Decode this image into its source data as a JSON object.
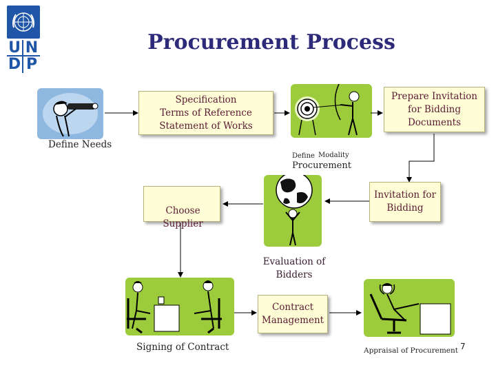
{
  "logo": {
    "letters": [
      "U",
      "N",
      "D",
      "P"
    ],
    "color": "#1f56a8"
  },
  "title": "Procurement Process",
  "steps": {
    "define_needs": "Define Needs",
    "specification": "Specification\nTerms of Reference\nStatement of Works",
    "prepare_invitation": "Prepare Invitation\nfor Bidding\nDocuments",
    "define_procurement_prefix": "Define",
    "define_procurement_main": "Procurement",
    "define_procurement_sub": "Modality",
    "invitation_for_bidding": "Invitation for\nBidding",
    "choose_supplier": "Choose Supplier",
    "evaluation_of_bidders": "Evaluation of\nBidders",
    "contract_management": "Contract\nManagement",
    "signing_of_contract": "Signing of Contract",
    "appraisal_of_procurement": "Appraisal of Procurement"
  },
  "page_number": "7",
  "colors": {
    "title": "#2d2a7a",
    "box_fill": "#fffdd6",
    "box_text": "#5a1a33",
    "illustration_bg": "#9ccb3b",
    "define_needs_bg": "#8fb8e0"
  }
}
